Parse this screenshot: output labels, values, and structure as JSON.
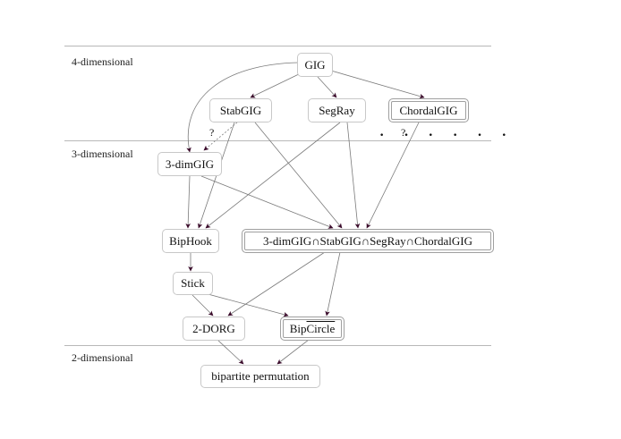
{
  "dimensions": {
    "four": "4-dimensional",
    "three": "3-dimensional",
    "two": "2-dimensional"
  },
  "nodes": {
    "gig": "GIG",
    "stabgig": "StabGIG",
    "segray": "SegRay",
    "chordalgig": "ChordalGIG",
    "dimgig3": "3-dimGIG",
    "biphook": "BipHook",
    "intersection": "3-dimGIG∩StabGIG∩SegRay∩ChordalGIG",
    "stick": "Stick",
    "dorg2": "2-DORG",
    "bipcircle_prefix": "Bip",
    "bipcircle_overline": "Circle",
    "bippermutation": "bipartite permutation"
  },
  "annotations": {
    "question1": "?",
    "question2": "?",
    "dots": "· · · · · ·"
  },
  "colors": {
    "edge": "#7a7a7a",
    "arrowhead": "#3a0a2a",
    "separator": "#b8b8b8"
  }
}
